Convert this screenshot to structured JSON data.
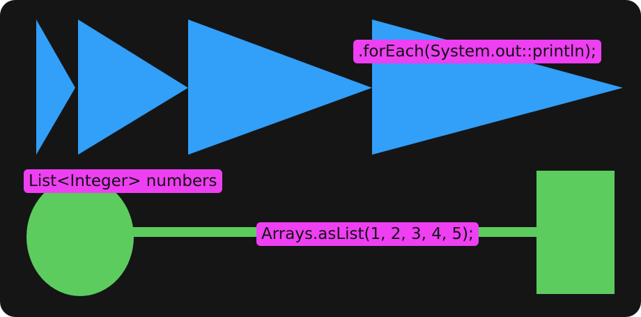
{
  "colors": {
    "background": "#151515",
    "triangle_fill": "#329ff9",
    "shape_green": "#5dcc5e",
    "label_fill": "#ee3ff2",
    "label_text": "#111111"
  },
  "shapes": {
    "triangles": [
      "triangle-1",
      "triangle-2",
      "triangle-3",
      "triangle-4"
    ],
    "circle": "circle",
    "connector": "line",
    "square": "rectangle"
  },
  "labels": {
    "for_each": ".forEach(System.out::println);",
    "list_numbers": "List<Integer> numbers",
    "arrays_as_list": "Arrays.asList(1, 2, 3, 4, 5);"
  }
}
